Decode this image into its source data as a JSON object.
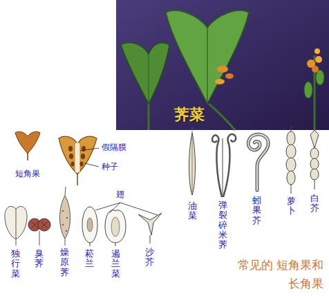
{
  "diagram": {
    "caption": "常见的 短角果和长角果",
    "labels": [
      "荠菜",
      "假隔膜",
      "种子",
      "短角果",
      "翅",
      "独行菜",
      "臭荠",
      "燥原荠",
      "菘兰",
      "遏兰菜",
      "沙芥",
      "油菜",
      "弹裂碎米荠",
      "蚓果芥",
      "萝卜",
      "白芥"
    ]
  }
}
